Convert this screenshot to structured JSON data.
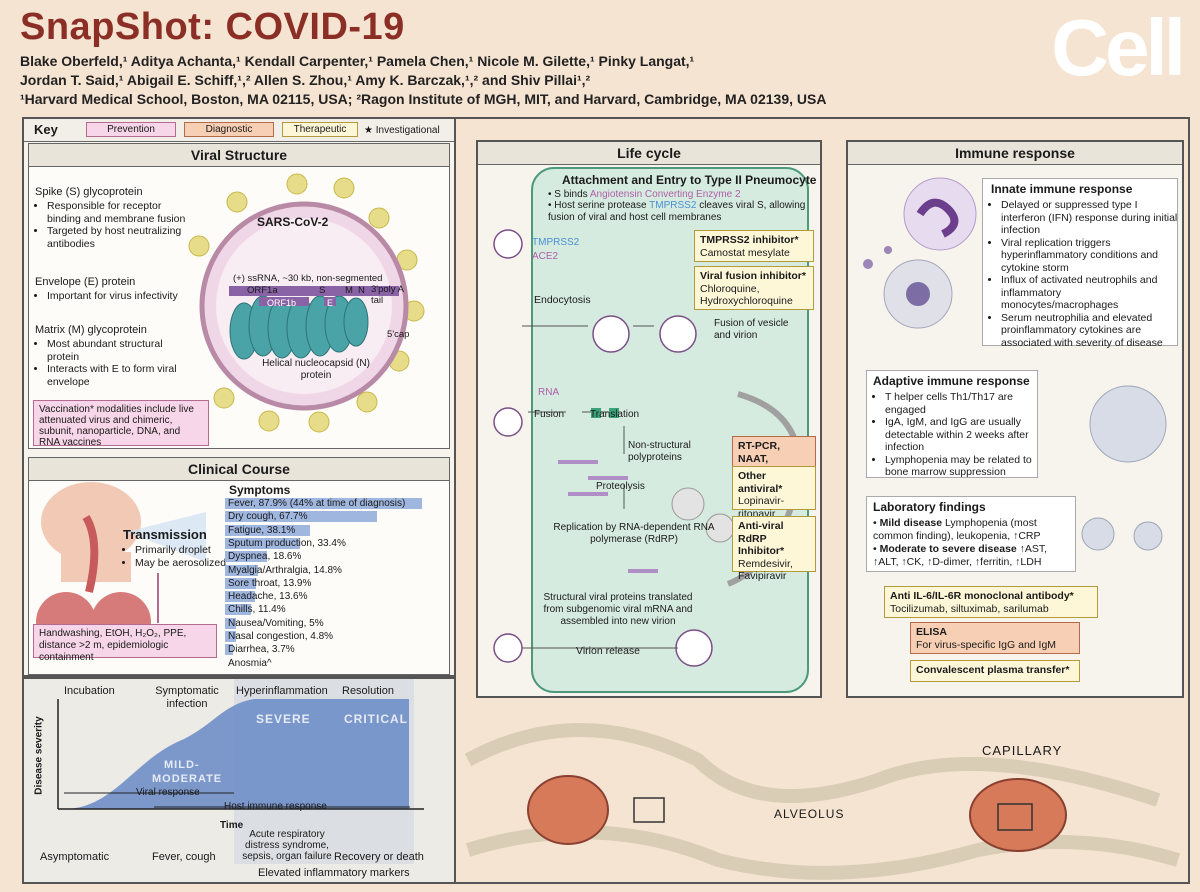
{
  "header": {
    "title": "SnapShot: COVID-19",
    "logo": "Cell",
    "authors_line1": "Blake Oberfeld,¹ Aditya Achanta,¹ Kendall Carpenter,¹ Pamela Chen,¹ Nicole M. Gilette,¹ Pinky Langat,¹",
    "authors_line2": "Jordan T. Said,¹ Abigail E. Schiff,¹,² Allen S. Zhou,¹ Amy K. Barczak,¹,² and Shiv Pillai¹,²",
    "affiliations": "¹Harvard Medical School, Boston, MA 02115, USA; ²Ragon Institute of MGH, MIT, and Harvard, Cambridge, MA 02139, USA"
  },
  "key": {
    "label": "Key",
    "prevention": "Prevention",
    "diagnostic": "Diagnostic",
    "therapeutic": "Therapeutic",
    "investigational": "★ Investigational"
  },
  "viral_structure": {
    "title": "Viral Structure",
    "spike_title": "Spike (S) glycoprotein",
    "spike_b1": "Responsible for receptor binding and membrane fusion",
    "spike_b2": "Targeted by host neutralizing antibodies",
    "envelope_title": "Envelope (E) protein",
    "envelope_b1": "Important for virus infectivity",
    "matrix_title": "Matrix (M) glycoprotein",
    "matrix_b1": "Most abundant structural protein",
    "matrix_b2": "Interacts with E to form viral envelope",
    "vaccination": "Vaccination* modalities include live attenuated virus and chimeric, subunit, nanoparticle, DNA, and RNA vaccines",
    "virus_name": "SARS-CoV-2",
    "genome": "(+) ssRNA, ~30 kb, non-segmented",
    "orf1a": "ORF1a",
    "orf1b": "ORF1b",
    "s": "S",
    "e": "E",
    "m": "M",
    "n": "N",
    "poly": "3'poly A tail",
    "cap": "5'cap",
    "nucleocapsid": "Helical nucleocapsid (N) protein"
  },
  "clinical": {
    "title": "Clinical Course",
    "symptoms_title": "Symptoms",
    "transmission_title": "Transmission",
    "trans_b1": "Primarily droplet",
    "trans_b2": "May be aerosolized",
    "prevention_box": "Handwashing, EtOH, H₂O₂, PPE, distance >2 m, epidemiologic containment",
    "symptoms": [
      {
        "label": "Fever, 87.9% (44% at time of diagnosis)",
        "value": 87.9
      },
      {
        "label": "Dry cough, 67.7%",
        "value": 67.7
      },
      {
        "label": "Fatigue, 38.1%",
        "value": 38.1
      },
      {
        "label": "Sputum production, 33.4%",
        "value": 33.4
      },
      {
        "label": "Dyspnea, 18.6%",
        "value": 18.6
      },
      {
        "label": "Myalgia/Arthralgia, 14.8%",
        "value": 14.8
      },
      {
        "label": "Sore throat, 13.9%",
        "value": 13.9
      },
      {
        "label": "Headache, 13.6%",
        "value": 13.6
      },
      {
        "label": "Chills, 11.4%",
        "value": 11.4
      },
      {
        "label": "Nausea/Vomiting, 5%",
        "value": 5
      },
      {
        "label": "Nasal congestion, 4.8%",
        "value": 4.8
      },
      {
        "label": "Diarrhea, 3.7%",
        "value": 3.7
      },
      {
        "label": "Anosmia^",
        "value": 0
      }
    ]
  },
  "severity": {
    "phases": [
      "Incubation",
      "Symptomatic infection",
      "Hyperinflammation",
      "Resolution"
    ],
    "severe": "SEVERE",
    "critical": "CRITICAL",
    "mild": "MILD-",
    "moderate": "MODERATE",
    "ylabel": "Disease severity",
    "xlabel": "Time",
    "viral_response": "Viral response",
    "host_response": "Host immune response",
    "outcomes": [
      "Asymptomatic",
      "Fever, cough",
      "Acute respiratory distress syndrome, sepsis, organ failure",
      "Recovery or death"
    ],
    "markers": "Elevated inflammatory markers"
  },
  "lifecycle": {
    "title": "Life cycle",
    "attach_title": "Attachment and Entry to Type II Pneumocyte",
    "attach_b1_pre": "S binds",
    "attach_b1_hl": "Angiotensin Converting Enzyme 2",
    "attach_b2_pre": "Host serine protease",
    "attach_b2_hl": "TMPRSS2",
    "attach_b2_post": "cleaves viral S, allowing fusion of viral and host cell membranes",
    "tmprss2": "TMPRSS2",
    "ace2": "ACE2",
    "tmprss2_inh_title": "TMPRSS2 inhibitor*",
    "tmprss2_inh_drug": "Camostat mesylate",
    "fusion_inh_title": "Viral fusion inhibitor*",
    "fusion_inh_drug": "Chloroquine, Hydroxychloroquine",
    "endocytosis": "Endocytosis",
    "fusion_vesicle": "Fusion of vesicle and virion",
    "rna": "RNA",
    "fusion": "Fusion",
    "translation": "Translation",
    "nonstructural": "Non-structural polyproteins",
    "proteolysis": "Proteolysis",
    "replication": "Replication by RNA-dependent RNA polymerase (RdRP)",
    "diag_box": "RT-PCR, NAAT, CRISPR-based*",
    "other_title": "Other antiviral*",
    "other_drug": "Lopinavir-ritonavir",
    "rdrp_title": "Anti-viral RdRP Inhibitor*",
    "rdrp_drug": "Remdesivir, Favipiravir",
    "structural": "Structural viral proteins translated from subgenomic viral mRNA and assembled into new virion",
    "release": "Virion release"
  },
  "immune": {
    "title": "Immune response",
    "innate_title": "Innate immune response",
    "innate": [
      "Delayed or suppressed type I interferon (IFN) response during initial infection",
      "Viral replication triggers hyperinflammatory conditions and cytokine storm",
      "Influx of activated neutrophils and inflammatory monocytes/macrophages",
      "Serum neutrophilia and elevated proinflammatory cytokines are associated with severity of disease"
    ],
    "adaptive_title": "Adaptive immune response",
    "adaptive": [
      "T helper cells Th1/Th17 are engaged",
      "IgA, IgM, and IgG are usually detectable within 2 weeks after infection",
      "Lymphopenia may be related to bone marrow suppression"
    ],
    "lab_title": "Laboratory findings",
    "lab_mild_b": "Mild disease",
    "lab_mild": "Lymphopenia (most common finding), leukopenia, ↑CRP",
    "lab_mod_b": "Moderate to severe disease",
    "lab_mod": "↑AST, ↑ALT, ↑CK, ↑D-dimer, ↑ferritin, ↑LDH",
    "il6_title": "Anti IL-6/IL-6R monoclonal antibody*",
    "il6_drug": "Tocilizumab, siltuximab, sarilumab",
    "elisa_title": "ELISA",
    "elisa_text": "For virus-specific IgG and IgM",
    "plasma": "Convalescent plasma transfer*"
  },
  "bottom": {
    "capillary": "CAPILLARY",
    "alveolus": "ALVEOLUS"
  },
  "colors": {
    "title": "#8b2f26",
    "accent_purple": "#b05ea8",
    "accent_blue": "#4a8fd0",
    "severity_fill": "#6f8fc8"
  }
}
